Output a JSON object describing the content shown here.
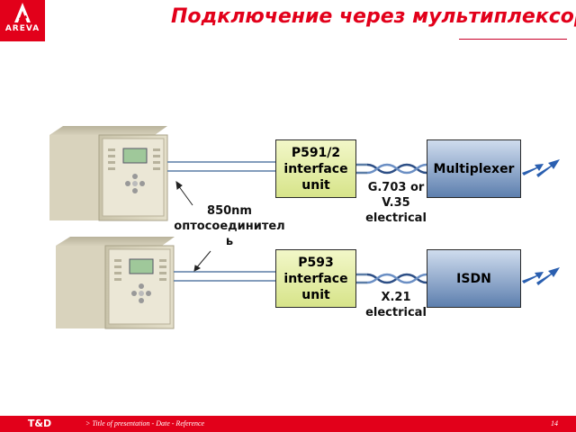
{
  "brand": {
    "name": "AREVA",
    "sub": "T&D",
    "color": "#e2001a"
  },
  "title": "Подключение через мультиплексор",
  "footer": {
    "text": "> Title of presentation - Date - Reference",
    "page": "14"
  },
  "units": {
    "top": {
      "label": "P591/2\ninterface\nunit"
    },
    "bottom": {
      "label": "P593\ninterface\nunit"
    }
  },
  "devices": {
    "top": {
      "label": "Multiplexer"
    },
    "bottom": {
      "label": "ISDN"
    }
  },
  "labels": {
    "optical_line1": "850nm",
    "optical_line2": "оптосоединител",
    "optical_line3": "ь",
    "top_link_l1": "G.703  or",
    "top_link_l2": "V.35",
    "top_link_l3": "electrical",
    "bottom_link_l1": "X.21",
    "bottom_link_l2": "electrical"
  },
  "icons": [
    "relay-device-icon",
    "twisted-pair-cable-icon",
    "lightning-link-icon"
  ]
}
